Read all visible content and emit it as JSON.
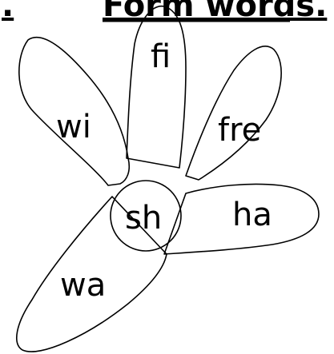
{
  "title": {
    "bullet": ".",
    "text": "Form words."
  },
  "center": {
    "label": "sh"
  },
  "petals": [
    {
      "id": "wi",
      "label": "wi"
    },
    {
      "id": "fi",
      "label": "fi"
    },
    {
      "id": "fre",
      "label": "fre"
    },
    {
      "id": "ha",
      "label": "ha"
    },
    {
      "id": "wa",
      "label": "wa"
    }
  ],
  "colors": {
    "ink": "#000000",
    "background": "#ffffff"
  }
}
